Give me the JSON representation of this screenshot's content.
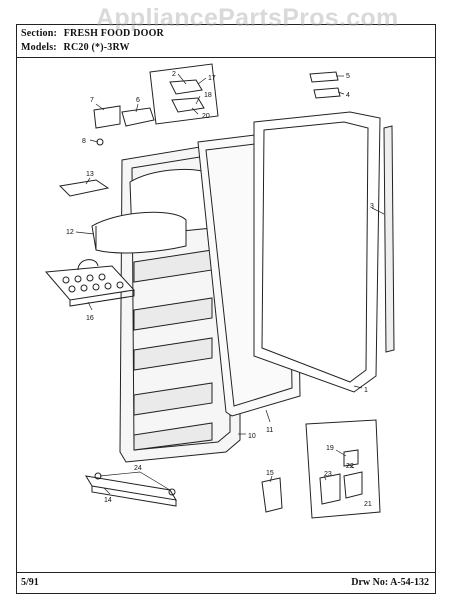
{
  "header": {
    "section_label": "Section:",
    "section_value": "FRESH FOOD DOOR",
    "models_label": "Models:",
    "models_value": "RC20 (*)-3RW"
  },
  "watermark": "AppliancePartsPros.com",
  "footer": {
    "date": "5/91",
    "drawing_no": "Drw No: A-54-132"
  },
  "callouts": [
    "1",
    "2",
    "3",
    "4",
    "5",
    "6",
    "7",
    "8",
    "10",
    "11",
    "12",
    "13",
    "14",
    "15",
    "16",
    "17",
    "18",
    "19",
    "20",
    "21",
    "22",
    "23",
    "24"
  ]
}
